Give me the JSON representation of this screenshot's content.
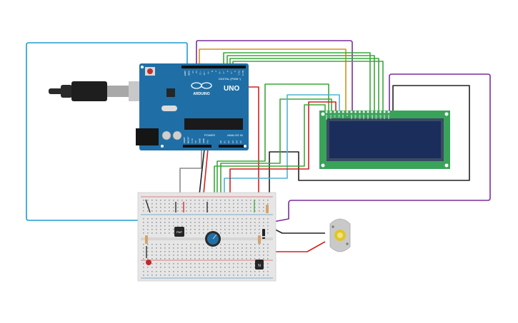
{
  "arduino": {
    "model": "UNO",
    "brand": "ARDUINO",
    "digital_header": "DIGITAL (PWM~)",
    "power_header": "POWER",
    "analog_header": "ANALOG IN",
    "digital_pins": [
      "AREF",
      "GND",
      "13",
      "12",
      "~11",
      "~10",
      "~9",
      "8",
      "7",
      "~6",
      "~5",
      "4",
      "~3",
      "2",
      "TX 1",
      "RX 0"
    ],
    "power_pins": [
      "IOREF",
      "RESET",
      "3.3V",
      "5V",
      "GND",
      "GND",
      "Vin"
    ],
    "analog_pins": [
      "A0",
      "A1",
      "A2",
      "A3",
      "A4",
      "A5"
    ]
  },
  "lcd": {
    "pin_labels": [
      "GND",
      "VCC",
      "V0",
      "RS",
      "RW",
      "E",
      "DB0",
      "DB1",
      "DB2",
      "DB3",
      "DB4",
      "DB5",
      "DB6",
      "DB7",
      "LED",
      "LED"
    ]
  },
  "breadboard": {
    "transistor_1_label": "PNP",
    "transistor_2_label": "N"
  },
  "colors": {
    "board_blue": "#1f6fa6",
    "lcd_green": "#3aa35a",
    "lcd_screen": "#1b2d5a",
    "wire_blue": "#1f9bd0",
    "wire_purple": "#7a2f9a",
    "wire_orange": "#d9901a",
    "wire_green": "#3aa83a",
    "wire_red": "#d52020",
    "wire_black": "#222222",
    "wire_gray": "#8a8a8a",
    "wire_cyan": "#4fb3d4"
  }
}
